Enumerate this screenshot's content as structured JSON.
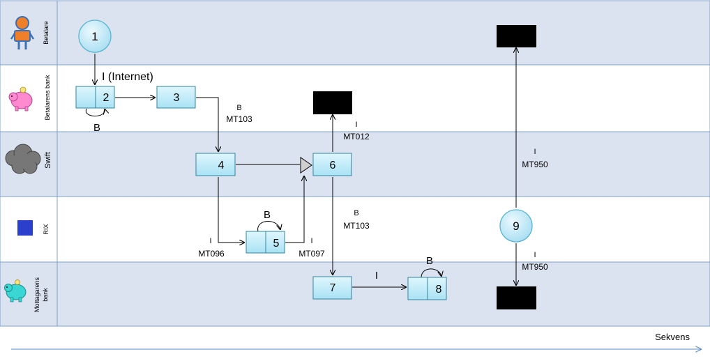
{
  "lanes": [
    {
      "id": "betalare",
      "label": "Betalare"
    },
    {
      "id": "betalarens-bank",
      "label": "Betalarens bank"
    },
    {
      "id": "swift",
      "label": "Swift"
    },
    {
      "id": "rix",
      "label": "RIX"
    },
    {
      "id": "mottagarens-bank",
      "label_line1": "Mottagarens",
      "label_line2": "bank"
    }
  ],
  "nodes": {
    "n1": "1",
    "n2": "2",
    "n3": "3",
    "n4": "4",
    "n5": "5",
    "n6": "6",
    "n7": "7",
    "n8": "8",
    "n9": "9"
  },
  "labels": {
    "internet": "I (Internet)",
    "b_loop2": "B",
    "b_3_4": "B",
    "mt103_3_4": "MT103",
    "i_6_up": "I",
    "mt012": "MT012",
    "i_9_up": "I",
    "mt950_up": "MT950",
    "b_6_7": "B",
    "mt103_6_7": "MT103",
    "b_loop5": "B",
    "i_4_5": "I",
    "mt096": "MT096",
    "i_5_6": "I",
    "mt097": "MT097",
    "i_7_8": "I",
    "b_loop8": "B",
    "i_9_down": "I",
    "mt950_down": "MT950"
  },
  "axis": {
    "label": "Sekvens"
  },
  "colors": {
    "lane_shaded": "#dce3f0",
    "lane_white": "#ffffff",
    "lane_border": "#7f9fc9",
    "box_fill": "#c6eefa",
    "box_border": "#31859c",
    "circle_fill": "#c9eefb",
    "terminal": "#000000",
    "rix_square": "#2b3fcc",
    "axis_arrow": "#5b8bc9"
  }
}
